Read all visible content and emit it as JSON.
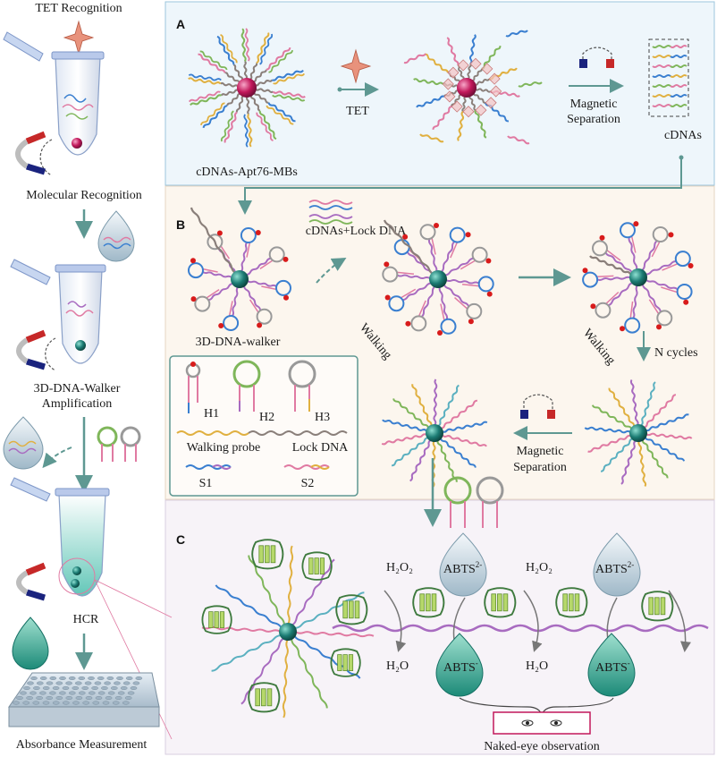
{
  "left_workflow": {
    "step1": "TET Recognition",
    "step2": "Molecular Recognition",
    "step3_line1": "3D-DNA-Walker",
    "step3_line2": "Amplification",
    "step4": "HCR",
    "step5": "Absorbance Measurement"
  },
  "panel_a": {
    "letter": "A",
    "mbs_label": "cDNAs-Apt76-MBs",
    "tet_label": "TET",
    "sep_line1": "Magnetic",
    "sep_line2": "Separation",
    "cdnas_label": "cDNAs"
  },
  "panel_b": {
    "letter": "B",
    "lock_label": "cDNAs+Lock DNA",
    "walker_label": "3D-DNA-walker",
    "walking_1": "Walking",
    "walking_2": "Walking",
    "cycles_label": "N cycles",
    "sep_line1": "Magnetic",
    "sep_line2": "Separation",
    "legend": {
      "h1": "H1",
      "h2": "H2",
      "h3": "H3",
      "walking_probe": "Walking probe",
      "lock_dna": "Lock DNA",
      "s1": "S1",
      "s2": "S2"
    }
  },
  "panel_c": {
    "letter": "C",
    "h2o2_1": "H₂O₂",
    "h2o2_2": "H₂O₂",
    "abts_2minus_1": "ABTS",
    "abts_2minus_2": "ABTS",
    "abts_2minus_sup": "2-",
    "h2o_1": "H₂O",
    "h2o_2": "H₂O",
    "abts_minus_1": "ABTS",
    "abts_minus_2": "ABTS",
    "abts_minus_sup": "-",
    "naked_eye": "Naked-eye observation"
  },
  "colors": {
    "panel_a_bg": "#eef6fb",
    "panel_b_bg": "#fcf6ee",
    "panel_c_bg": "#f7f3f8",
    "teal": "#5e9892",
    "mb_magenta": "#c2185b",
    "walker_teal": "#1c7c74",
    "hairpin_green": "#7fb65a",
    "pink": "#e07aa2",
    "blue": "#3a7fd0",
    "dot_red": "#d81b1b"
  }
}
